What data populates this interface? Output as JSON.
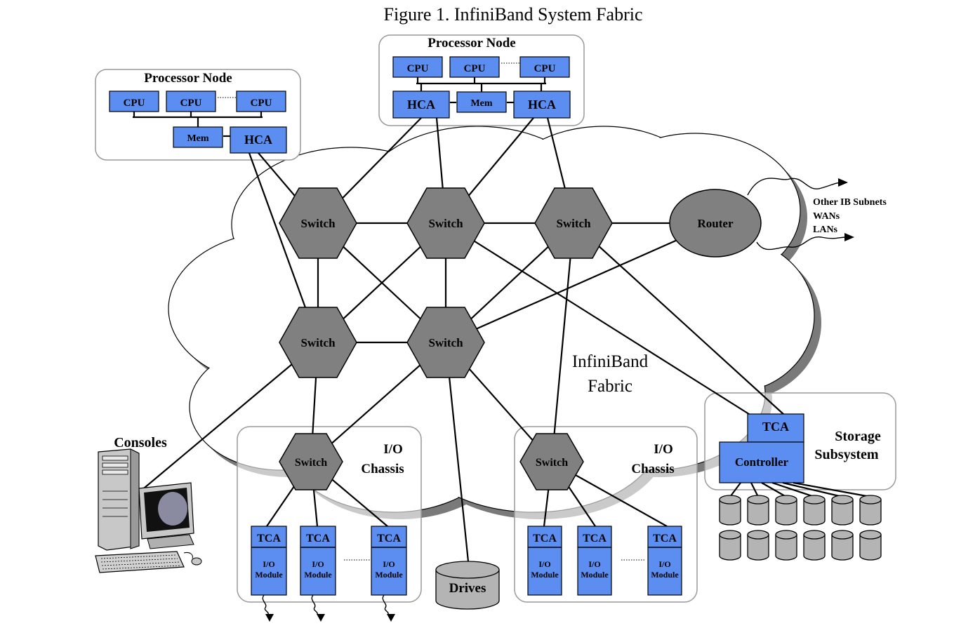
{
  "title": "Figure 1. InfiniBand System Fabric",
  "labels": {
    "processor_node": "Processor Node",
    "cpu": "CPU",
    "mem": "Mem",
    "hca": "HCA",
    "switch": "Switch",
    "router": "Router",
    "tca": "TCA",
    "io_module_line1": "I/O",
    "io_module_line2": "Module",
    "io_chassis_line1": "I/O",
    "io_chassis_line2": "Chassis",
    "controller": "Controller",
    "storage_line1": "Storage",
    "storage_line2": "Subsystem",
    "drives": "Drives",
    "consoles": "Consoles",
    "fabric_line1": "InfiniBand",
    "fabric_line2": "Fabric",
    "external_1": "Other IB Subnets",
    "external_2": "WANs",
    "external_3": "LANs"
  },
  "colors": {
    "component_fill": "#5b8ef0",
    "switch_fill": "#808080",
    "drive_fill": "#b4b4b4",
    "cloud_shadow": "#7a7a7a"
  },
  "icons": [
    "computer-console-icon",
    "disk-drive-icon"
  ]
}
